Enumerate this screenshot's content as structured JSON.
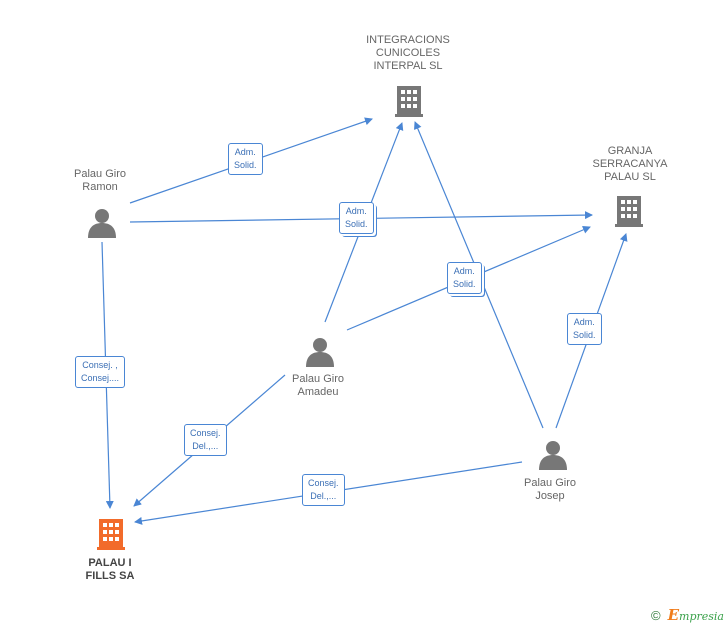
{
  "colors": {
    "edge": "#4a86d4",
    "company_icon": "#777777",
    "main_company_icon": "#f26b2a",
    "person_icon": "#777777"
  },
  "nodes": {
    "integracions": {
      "label": "INTEGRACIONS\nCUNICOLES\nINTERPAL SL",
      "icon": "building-icon"
    },
    "granja": {
      "label": "GRANJA\nSERRACANYA\nPALAU SL",
      "icon": "building-icon"
    },
    "palau_i_fills": {
      "label": "PALAU I\nFILLS SA",
      "icon": "building-icon"
    },
    "ramon": {
      "label": "Palau Giro\nRamon",
      "icon": "person-icon"
    },
    "amadeu": {
      "label": "Palau Giro\nAmadeu",
      "icon": "person-icon"
    },
    "josep": {
      "label": "Palau Giro\nJosep",
      "icon": "person-icon"
    }
  },
  "edge_labels": {
    "ramon_integracions": "Adm.\nSolid.",
    "center_granja": "Adm.\nSolid.",
    "right_center": "Adm.\nSolid.",
    "josep_granja": "Adm.\nSolid.",
    "ramon_palau": "Consej. ,\nConsej....",
    "amadeu_palau": "Consej.\nDel.,...",
    "josep_palau": "Consej.\nDel.,..."
  },
  "footer": {
    "copyright": "©",
    "brand_initial": "E",
    "brand_rest": "mpresia"
  }
}
